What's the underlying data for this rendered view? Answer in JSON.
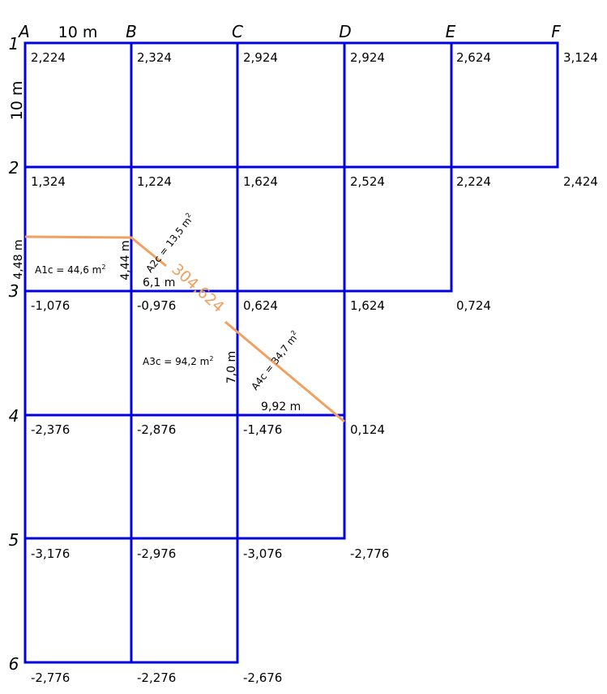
{
  "colors": {
    "grid": "#0000e0",
    "contour": "#f0a060",
    "text": "#000000"
  },
  "scale": {
    "horizontal": "10 m",
    "vertical": "10 m"
  },
  "columns": [
    "A",
    "B",
    "C",
    "D",
    "E",
    "F"
  ],
  "rows": [
    "1",
    "2",
    "3",
    "4",
    "5",
    "6"
  ],
  "elevations": {
    "r1": [
      "2,224",
      "2,324",
      "2,924",
      "2,924",
      "2,624",
      "3,124"
    ],
    "r2": [
      "1,324",
      "1,224",
      "1,624",
      "2,524",
      "2,224",
      "2,424"
    ],
    "r3": [
      "-1,076",
      "-0,976",
      "0,624",
      "1,624",
      "0,724"
    ],
    "r4": [
      "-2,376",
      "-2,876",
      "-1,476",
      "0,124"
    ],
    "r5": [
      "-3,176",
      "-2,976",
      "-3,076",
      "-2,776"
    ],
    "r6": [
      "-2,776",
      "-2,276",
      "-2,676"
    ]
  },
  "contour": {
    "label": "304,624"
  },
  "dimensions": {
    "d_a": "4,48 m",
    "d_b": "4,44 m",
    "d_bc": "6,1 m",
    "d_c": "7,0 m",
    "d_cd": "9,92 m"
  },
  "areas": {
    "a1": {
      "name": "A1c = 44,6 m",
      "sup": "2"
    },
    "a2": {
      "name": "A2c = 13,5 m",
      "sup": "2"
    },
    "a3": {
      "name": "A3c = 94,2 m",
      "sup": "2"
    },
    "a4": {
      "name": "A4c = 34,7 m",
      "sup": "2"
    }
  }
}
